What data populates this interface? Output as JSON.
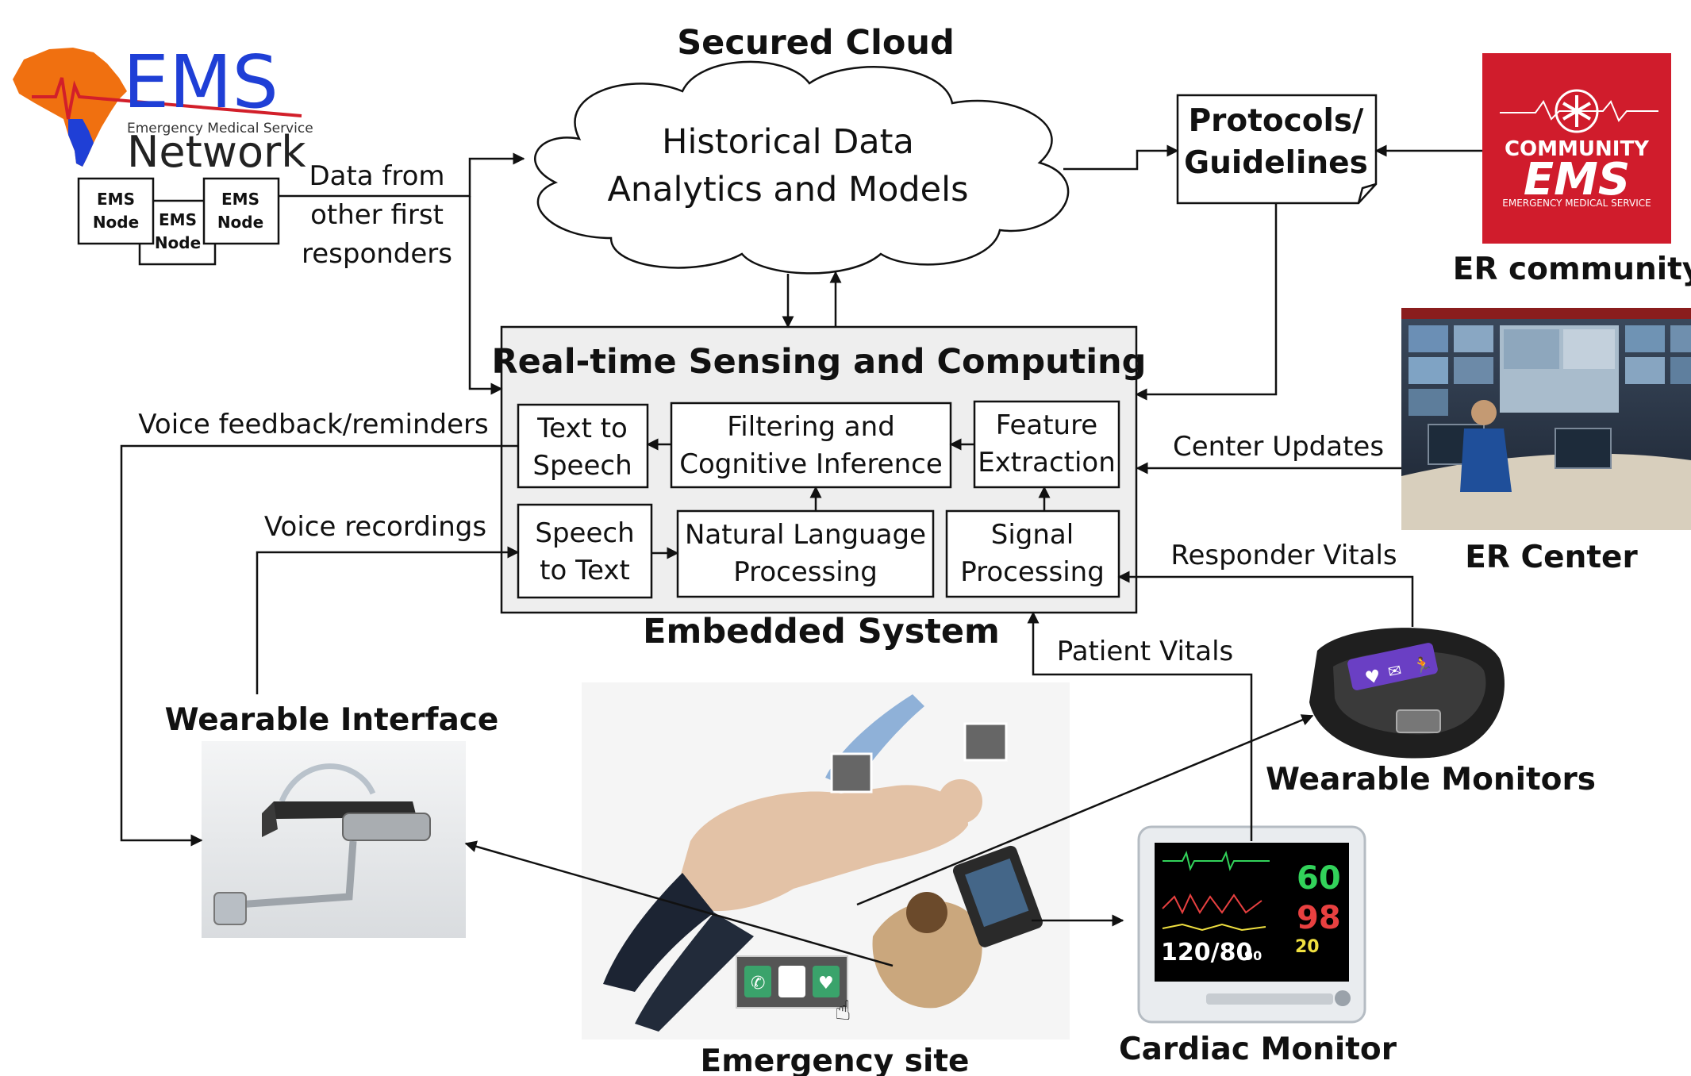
{
  "logo": {
    "ems": "EMS",
    "subtitle": "Emergency Medical Service",
    "network": "Network",
    "nodes": [
      {
        "line1": "EMS",
        "line2": "Node"
      },
      {
        "line1": "EMS",
        "line2": "Node"
      },
      {
        "line1": "EMS",
        "line2": "Node"
      }
    ]
  },
  "labels": {
    "data_from": [
      "Data from",
      "other first",
      "responders"
    ],
    "voice_feedback": "Voice feedback/reminders",
    "voice_recordings": "Voice recordings",
    "center_updates": "Center Updates",
    "responder_vitals": "Responder Vitals",
    "patient_vitals": "Patient Vitals"
  },
  "cloud": {
    "title": "Secured Cloud",
    "line1": "Historical Data",
    "line2": "Analytics and Models"
  },
  "protocols": {
    "line1": "Protocols/",
    "line2": "Guidelines"
  },
  "community": {
    "badge_top": "COMMUNITY",
    "badge_main": "EMS",
    "badge_sub": "EMERGENCY MEDICAL SERVICE",
    "caption": "ER community"
  },
  "er_center": {
    "caption": "ER Center"
  },
  "system": {
    "title": "Real-time Sensing and Computing",
    "footer": "Embedded System",
    "modules": {
      "tts": [
        "Text to",
        "Speech"
      ],
      "filtering": [
        "Filtering and",
        "Cognitive Inference"
      ],
      "feature": [
        "Feature",
        "Extraction"
      ],
      "stt": [
        "Speech",
        "to Text"
      ],
      "nlp": [
        "Natural Language",
        "Processing"
      ],
      "signal": [
        "Signal",
        "Processing"
      ]
    }
  },
  "devices": {
    "wearable_interface": "Wearable Interface",
    "wearable_monitors": "Wearable Monitors",
    "cardiac_monitor": "Cardiac Monitor",
    "emergency_site": "Emergency site"
  },
  "monitor_readout": {
    "hr": "60",
    "spo2": "98",
    "bp": "120/80",
    "map": "90",
    "rr": "20"
  },
  "colors": {
    "ems_blue": "#1f3fd6",
    "ems_orange": "#f07010",
    "ems_red": "#d21f2a",
    "badge_red": "#d01c2c"
  }
}
